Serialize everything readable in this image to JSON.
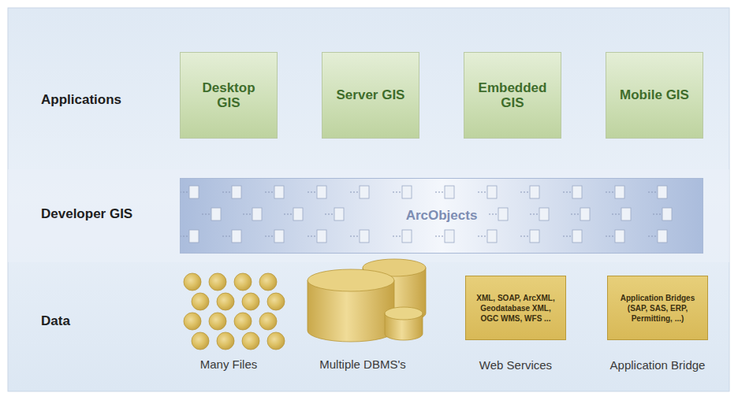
{
  "diagram": {
    "nodes": [
      {
        "text": [
          "Desktop GIS"
        ]
      },
      {
        "text": [
          "Server GIS"
        ]
      },
      {
        "text": [
          "Embedded GIS"
        ]
      },
      {
        "text": [
          "Mobile GIS"
        ]
      },
      {
        "text": [
          "ArcObjects"
        ]
      },
      {
        "text": [
          "XML, SOAP, ArcXML, Geodatabase XML, OGC WMS, WFS ...",
          "Web Services"
        ]
      },
      {
        "text": [
          "Application Bridges (SAP, SAS, ERP, Permitting, ...)",
          "Application Bridge"
        ]
      }
    ],
    "labels": [
      "Applications",
      "Developer GIS",
      "Data",
      "Many Files",
      "Multiple DBMS's"
    ]
  }
}
